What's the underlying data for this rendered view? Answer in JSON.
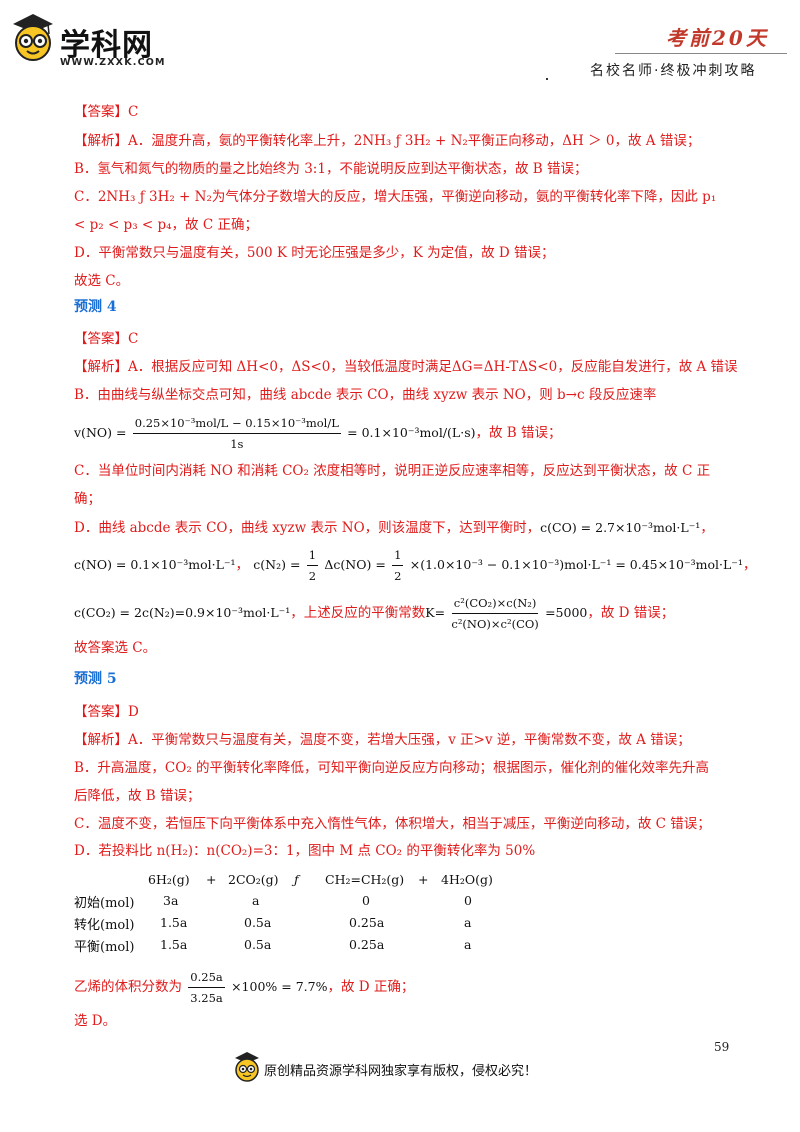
{
  "header": {
    "logo_text": "学科网",
    "logo_url": "WWW.ZXXK.COM",
    "series_title": "考前20天",
    "series_subtitle": "名校名师·终极冲刺攻略"
  },
  "content": {
    "p3": {
      "answer_label": "【答案】",
      "answer": "C",
      "analysis_label": "【解析】",
      "a_text": "A．温度升高，氨的平衡转化率上升，2NH₃ ƒ 3H₂ + N₂平衡正向移动，ΔH ＞ 0，故 A 错误；",
      "b_text": "B．氢气和氮气的物质的量之比始终为 3:1，不能说明反应到达平衡状态，故 B 错误；",
      "c_text_1": "C．2NH₃ ƒ 3H₂ + N₂为气体分子数增大的反应，增大压强，平衡逆向移动，氨的平衡转化率下降，因此 p₁",
      "c_text_2": "< p₂ < p₃ < p₄，故 C 正确；",
      "d_text": "D．平衡常数只与温度有关，500 K 时无论压强是多少，K 为定值，故 D 错误；",
      "conclusion": "故选 C。"
    },
    "p4": {
      "title": "预测 4",
      "answer_label": "【答案】",
      "answer": "C",
      "analysis_label": "【解析】",
      "a_text": "A．根据反应可知 ΔH<0，ΔS<0，当较低温度时满足ΔG=ΔH-TΔS<0，反应能自发进行，故 A 错误",
      "b_text": "B．由曲线与纵坐标交点可知，曲线 abcde 表示 CO，曲线 xyzw 表示 NO，则 b→c 段反应速率",
      "rate_lhs": "v(NO) =",
      "rate_num": "0.25×10⁻³mol/L − 0.15×10⁻³mol/L",
      "rate_den": "1s",
      "rate_rhs": "= 0.1×10⁻³mol/(L·s)",
      "rate_tail": "，故 B 错误；",
      "c_text_1": "C．当单位时间内消耗 NO 和消耗 CO₂ 浓度相等时，说明正逆反应速率相等，反应达到平衡状态，故 C 正",
      "c_text_2": "确；",
      "d_text_1": "D．曲线 abcde 表示 CO，曲线 xyzw 表示 NO，则该温度下，达到平衡时，",
      "d_co": "c(CO) = 2.7×10⁻³mol·L⁻¹",
      "d_comma": "，",
      "d_no": "c(NO) = 0.1×10⁻³mol·L⁻¹",
      "d_n2_lhs": "c(N₂) =",
      "d_n2_mid": "Δc(NO) =",
      "d_n2_rhs": "×(1.0×10⁻³ − 0.1×10⁻³)mol·L⁻¹ = 0.45×10⁻³mol·L⁻¹",
      "half_num": "1",
      "half_den": "2",
      "d_co2": "c(CO₂) = 2c(N₂)=0.9×10⁻³mol·L⁻¹",
      "d_k_text": "，上述反应的平衡常数",
      "k_lhs": "K=",
      "k_num": "c²(CO₂)×c(N₂)",
      "k_den": "c²(NO)×c²(CO)",
      "k_rhs": "=5000",
      "k_tail": "，故 D 错误；",
      "conclusion": "故答案选 C。"
    },
    "p5": {
      "title": "预测 5",
      "answer_label": "【答案】",
      "answer": "D",
      "analysis_label": "【解析】",
      "a_text": "A．平衡常数只与温度有关，温度不变，若增大压强，v 正>v 逆，平衡常数不变，故 A 错误；",
      "b_text_1": "B．升高温度，CO₂ 的平衡转化率降低，可知平衡向逆反应方向移动；根据图示，催化剂的催化效率先升高",
      "b_text_2": "后降低，故 B 错误；",
      "c_text": "C．温度不变，若恒压下向平衡体系中充入惰性气体，体积增大，相当于减压，平衡逆向移动，故 C 错误；",
      "d_text": "D．若投料比 n(H₂)：n(CO₂)=3：1，图中 M 点 CO₂ 的平衡转化率为 50%",
      "equation": [
        "6H₂(g)",
        "+",
        "2CO₂(g)",
        "ƒ",
        "CH₂=CH₂(g)",
        "+",
        "4H₂O(g)"
      ],
      "table": [
        {
          "label": "初始(mol)",
          "values": [
            "3a",
            "a",
            "0",
            "0"
          ]
        },
        {
          "label": "转化(mol)",
          "values": [
            "1.5a",
            "0.5a",
            "0.25a",
            "a"
          ]
        },
        {
          "label": "平衡(mol)",
          "values": [
            "1.5a",
            "0.5a",
            "0.25a",
            "a"
          ]
        }
      ],
      "ethylene_text": "乙烯的体积分数为",
      "eth_num": "0.25a",
      "eth_den": "3.25a",
      "eth_rhs": "×100% = 7.7%",
      "eth_tail": "，故 D 正确；",
      "conclusion": "选 D。"
    }
  },
  "footer": {
    "page_number": "59",
    "copyright": "原创精品资源学科网独家享有版权，侵权必究！"
  },
  "colors": {
    "answer_red": "#e01b1b",
    "title_blue": "#1a6fd6",
    "header_red": "#c0392b"
  }
}
